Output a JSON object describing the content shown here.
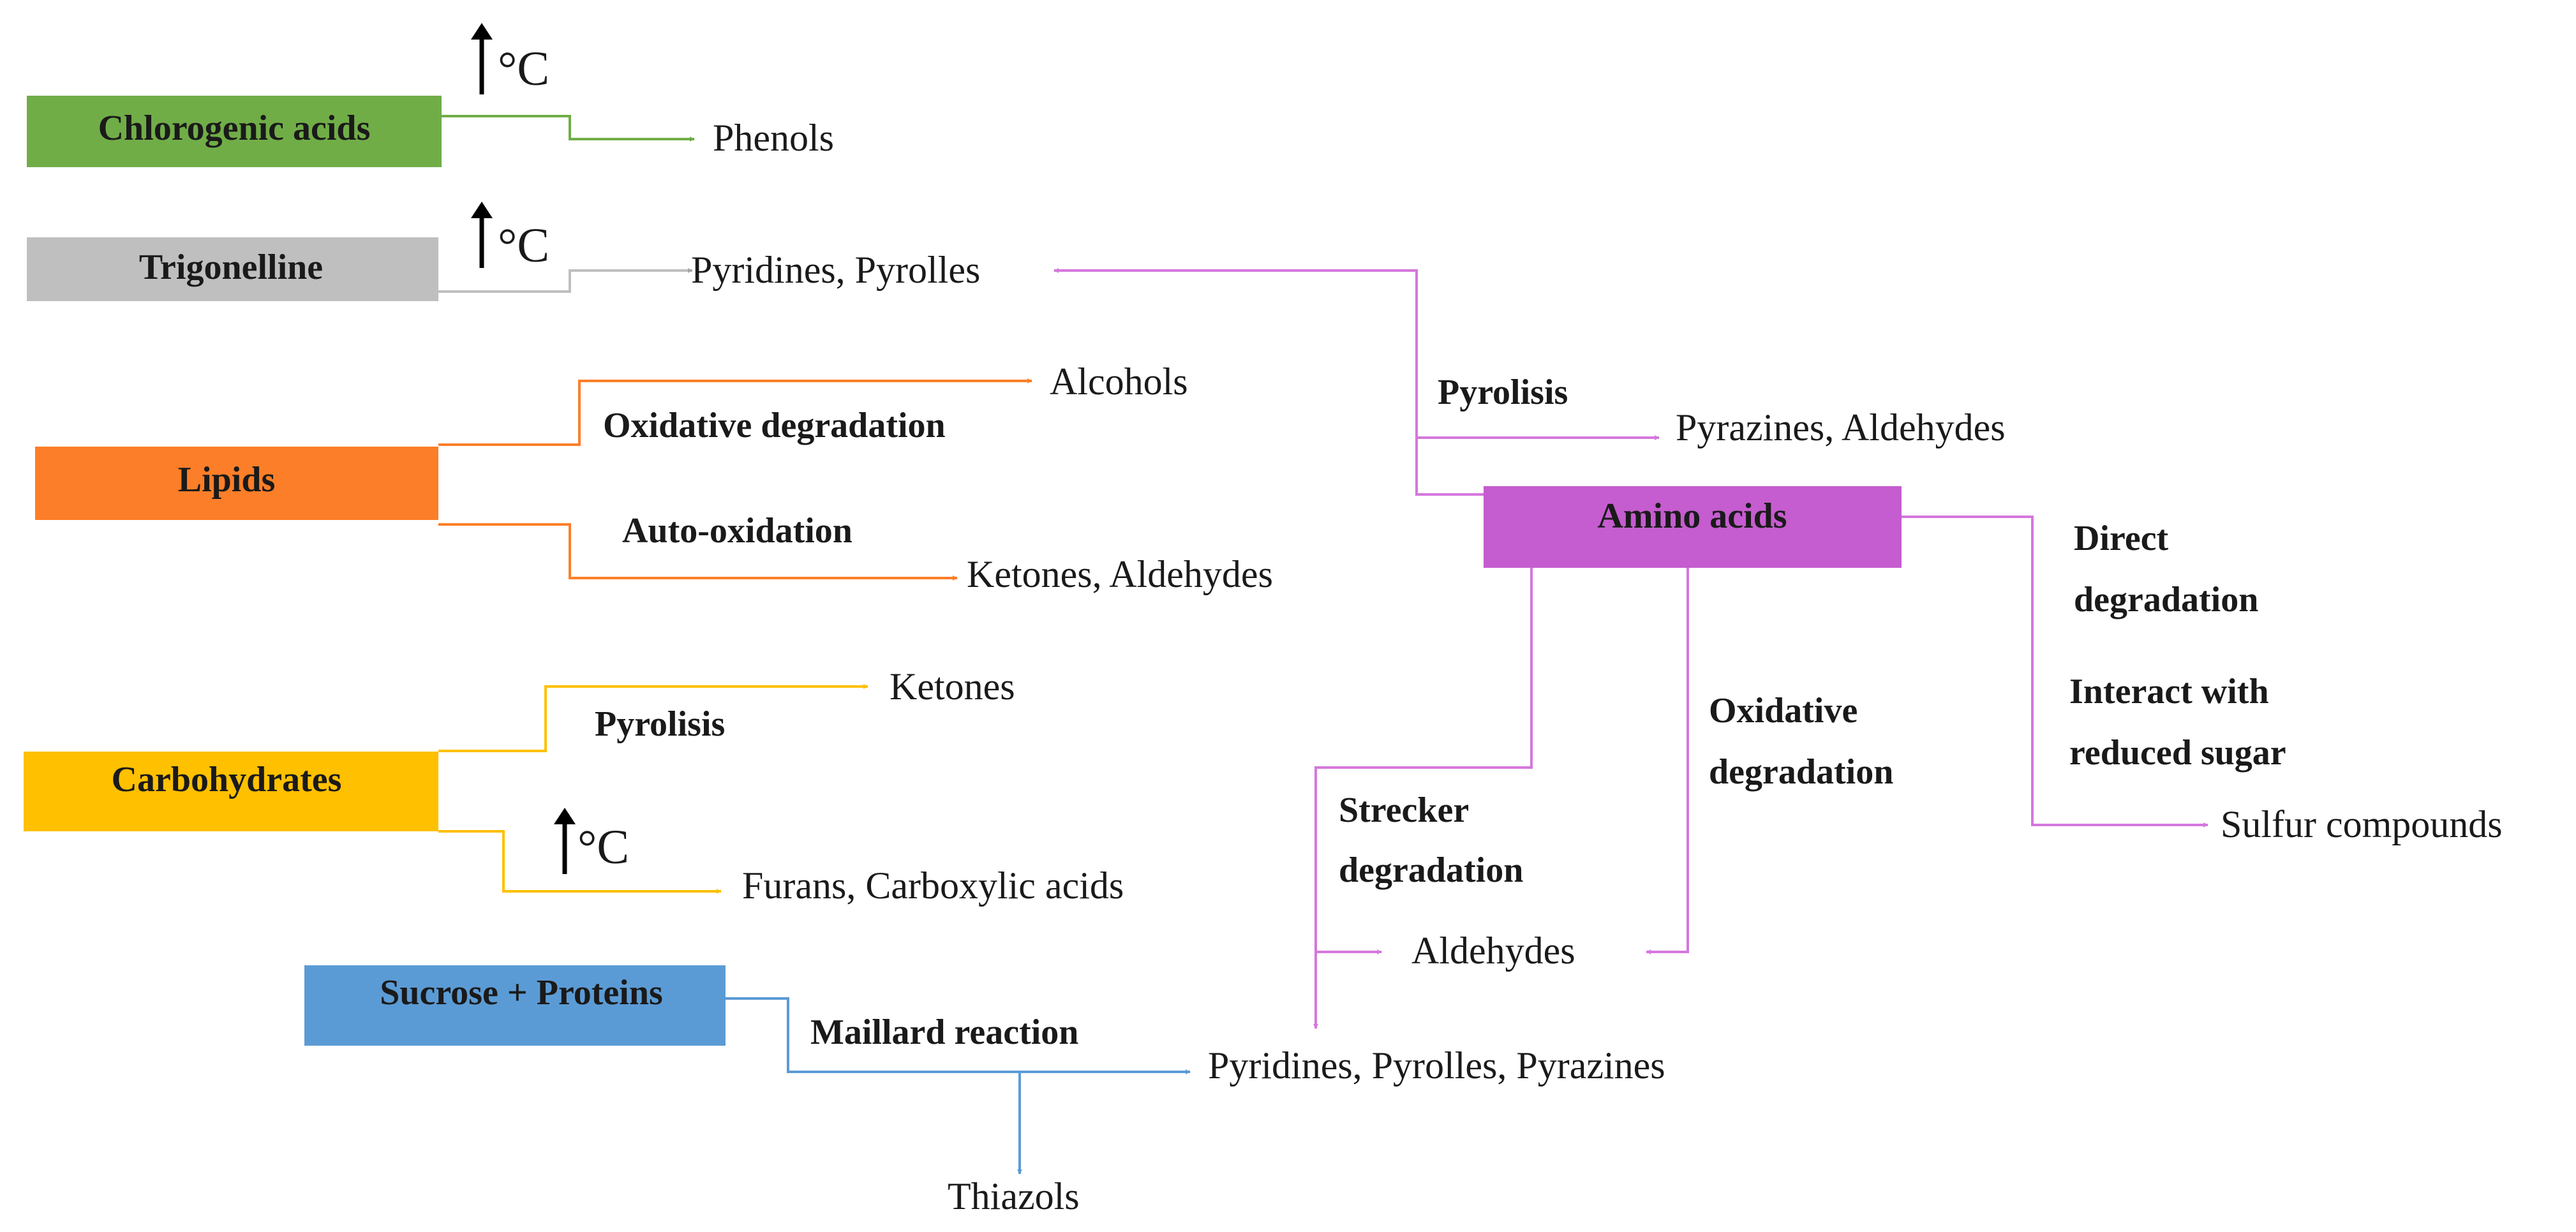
{
  "colors": {
    "chlorogenic": "#70ad47",
    "trigonelline": "#bfbfbf",
    "lipids": "#fd7e28",
    "carbohydrates": "#ffc000",
    "sucrose": "#5b9bd5",
    "amino": "#c55ccf",
    "amino_line": "#d577dd"
  },
  "sources": {
    "chlorogenic": "Chlorogenic acids",
    "trigonelline": "Trigonelline",
    "lipids": "Lipids",
    "carbohydrates": "Carbohydrates",
    "sucrose": "Sucrose + Proteins",
    "amino": "Amino acids"
  },
  "products": {
    "phenols": "Phenols",
    "pyridines_pyrolles": "Pyridines, Pyrolles",
    "alcohols": "Alcohols",
    "ketones_aldehydes": "Ketones, Aldehydes",
    "ketones": "Ketones",
    "furans": "Furans, Carboxylic acids",
    "pyrazines_aldehydes": "Pyrazines, Aldehydes",
    "aldehydes": "Aldehydes",
    "sulfur": "Sulfur compounds",
    "pyridines_pyrolles_pyrazines": "Pyridines, Pyrolles, Pyrazines",
    "thiazols": "Thiazols"
  },
  "processes": {
    "lipid_oxidative": "Oxidative degradation",
    "lipid_auto": "Auto-oxidation",
    "carb_pyrolisis": "Pyrolisis",
    "amino_pyrolisis": "Pyrolisis",
    "direct_1": "Direct",
    "direct_2": "degradation",
    "interact_1": "Interact with",
    "interact_2": "reduced sugar",
    "amino_oxidative_1": "Oxidative",
    "amino_oxidative_2": "degradation",
    "strecker_1": "Strecker",
    "strecker_2": "degradation",
    "maillard": "Maillard reaction"
  },
  "temperature": {
    "symbol": "°C",
    "icon": "up-arrow-icon"
  }
}
